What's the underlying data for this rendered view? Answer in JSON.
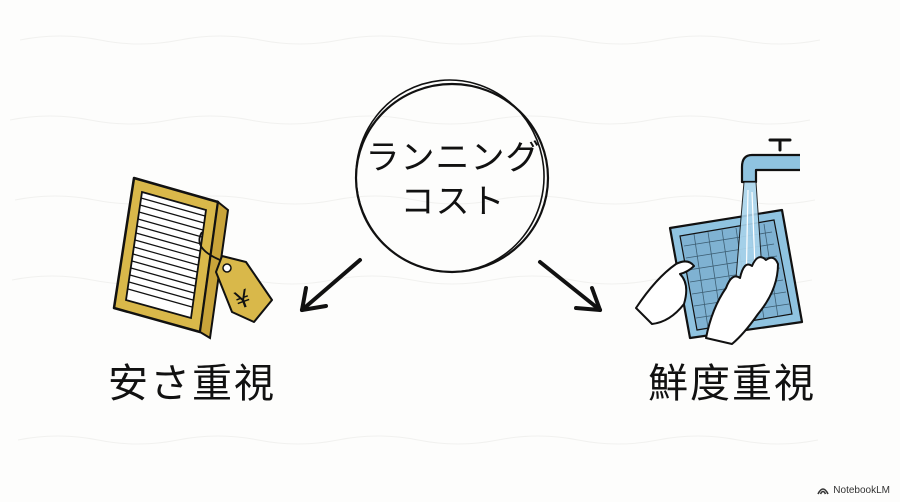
{
  "diagram": {
    "center": {
      "label_line1": "ランニング",
      "label_line2": "コスト",
      "shape": "hand-drawn-circle"
    },
    "branches": [
      {
        "label": "安さ重視",
        "illustration": "disposable-pleated-filter-with-yen-price-tag-icon",
        "color": "#d9b84a"
      },
      {
        "label": "鮮度重視",
        "illustration": "washable-mesh-filter-under-faucet-icon",
        "color": "#8fc3e0"
      }
    ],
    "arrows": [
      "arrow-down-left",
      "arrow-down-right"
    ]
  },
  "watermark": {
    "text": "NotebookLM"
  },
  "colors": {
    "background": "#fdfdfc",
    "ink": "#111111",
    "gold": "#d9b84a",
    "water_blue": "#8fc3e0"
  }
}
